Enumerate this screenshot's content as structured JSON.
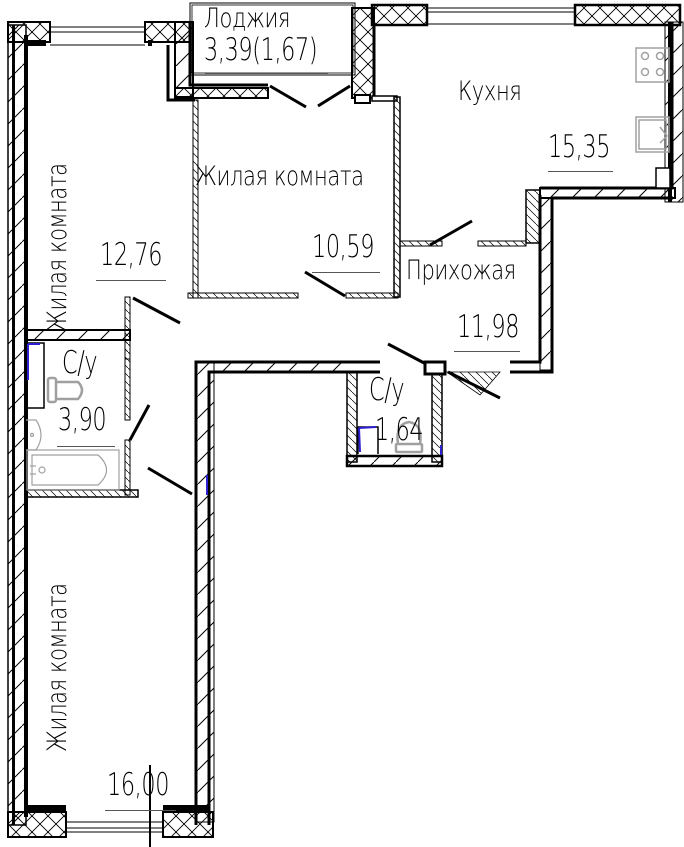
{
  "plan": {
    "type": "apartment-floor-plan",
    "colors": {
      "wall": "#000000",
      "hatch": "#000000",
      "fixture": "#a0a0a0",
      "accent": "#2b1fd0",
      "background": "#ffffff"
    },
    "rooms": [
      {
        "id": "loggia",
        "name": "Лоджия",
        "area": "3,39(1,67)"
      },
      {
        "id": "kitchen",
        "name": "Кухня",
        "area": "15,35"
      },
      {
        "id": "living-room-left-top",
        "name": "Жилая комната",
        "area": "12,76",
        "orientation": "vertical"
      },
      {
        "id": "living-room-center",
        "name": "Жилая комната",
        "area": "10,59"
      },
      {
        "id": "hallway",
        "name": "Прихожая",
        "area": "11,98"
      },
      {
        "id": "bathroom-left",
        "name": "С/у",
        "area": "3,90"
      },
      {
        "id": "bathroom-center",
        "name": "С/у",
        "area": "1,64"
      },
      {
        "id": "living-room-left-bottom",
        "name": "Жилая комната",
        "area": "16,00",
        "orientation": "vertical"
      }
    ],
    "fixtures": [
      "stove-icon",
      "kitchen-sink-icon",
      "toilet-icon",
      "washbasin-icon",
      "bathtub-icon",
      "toilet-icon"
    ]
  }
}
